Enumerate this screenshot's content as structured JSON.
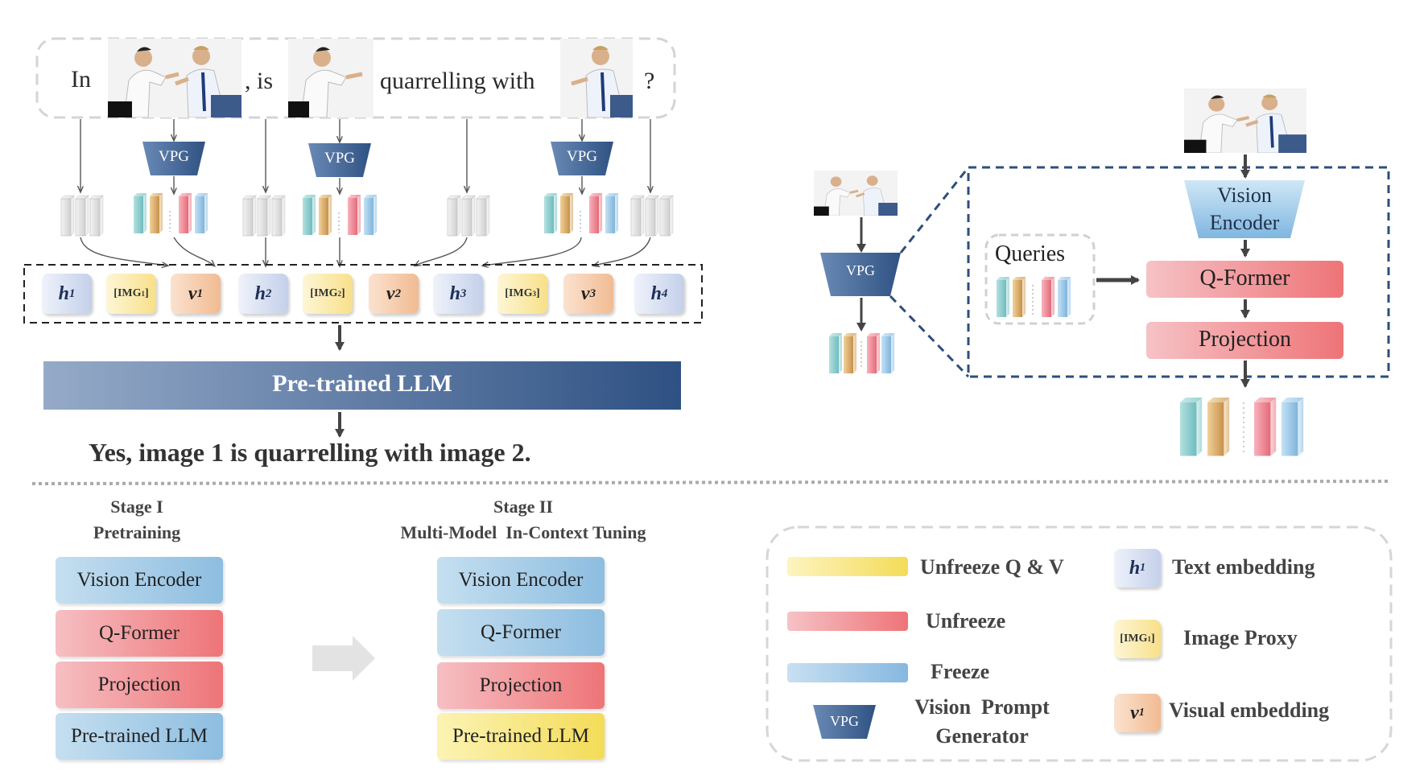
{
  "sentence": {
    "word_in": "In",
    "word_is": ", is",
    "word_quarrelling": "quarrelling with",
    "word_q": "?"
  },
  "vpg_label": "VPG",
  "tokens": {
    "h1": "h",
    "h1_sub": "1",
    "img1": "[IMG",
    "img1_sub": "1",
    "v1": "v",
    "v1_sub": "1",
    "h2": "h",
    "h2_sub": "2",
    "img2": "[IMG",
    "img2_sub": "2",
    "v2": "v",
    "v2_sub": "2",
    "h3": "h",
    "h3_sub": "3",
    "img3": "[IMG",
    "img3_sub": "3",
    "v3": "v",
    "v3_sub": "3",
    "h4": "h",
    "h4_sub": "4",
    "img_close": "]"
  },
  "llm_bar": "Pre-trained LLM",
  "answer": "Yes, image 1 is quarrelling with image 2.",
  "zoom": {
    "vision_encoder_line1": "Vision",
    "vision_encoder_line2": "Encoder",
    "queries": "Queries",
    "qformer": "Q-Former",
    "projection": "Projection"
  },
  "stage1": {
    "title": "Stage I",
    "subtitle": "Pretraining",
    "boxes": [
      "Vision Encoder",
      "Q-Former",
      "Projection",
      "Pre-trained LLM"
    ]
  },
  "stage2": {
    "title": "Stage II",
    "subtitle": "Multi-Model  In-Context Tuning",
    "boxes": [
      "Vision Encoder",
      "Q-Former",
      "Projection",
      "Pre-trained LLM"
    ]
  },
  "legend": {
    "unfreeze_qv": "Unfreeze Q & V",
    "unfreeze": "Unfreeze",
    "freeze": "Freeze",
    "vpg_line1": "Vision  Prompt",
    "vpg_line2": "Generator",
    "text_embedding": "Text embedding",
    "image_proxy": "Image Proxy",
    "visual_embedding": "Visual embedding"
  },
  "colors": {
    "vpg_fill": "#3a5f8e",
    "llm_start": "#8fa6c5",
    "llm_end": "#2f5283",
    "arrow": "#444444",
    "dash": "#2f4e7a"
  }
}
